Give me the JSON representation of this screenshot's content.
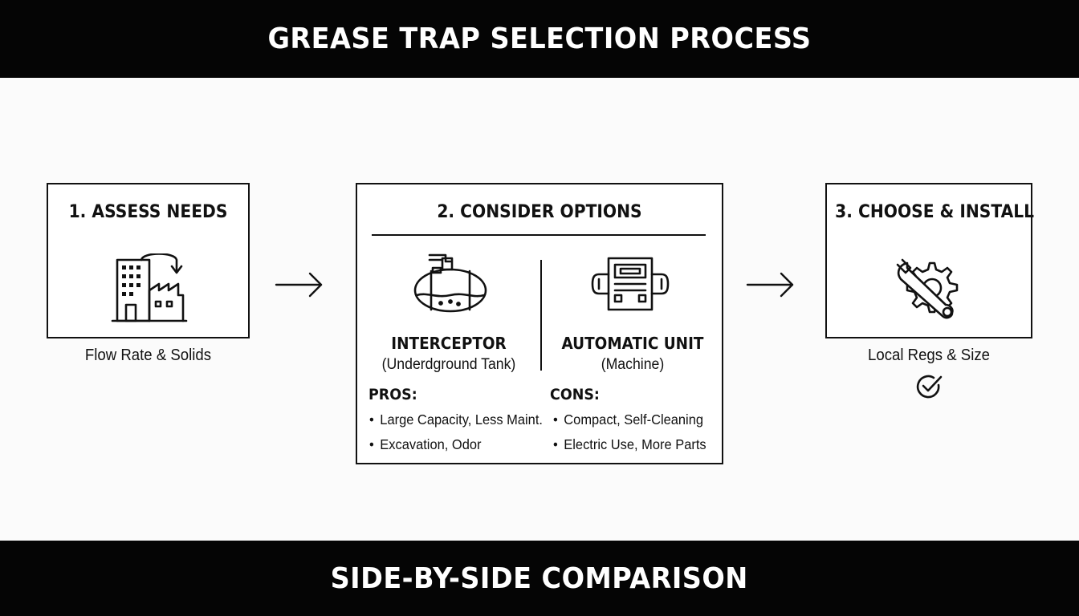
{
  "header": {
    "title": "GREASE TRAP SELECTION PROCESS"
  },
  "steps": [
    {
      "title": "1. ASSESS NEEDS",
      "caption": "Flow Rate & Solids",
      "icon": "building-factory-icon"
    },
    {
      "title": "2. CONSIDER OPTIONS",
      "options": [
        {
          "name": "INTERCEPTOR",
          "subtitle": "(Underdground Tank)",
          "icon": "tank-icon"
        },
        {
          "name": "AUTOMATIC UNIT",
          "subtitle": "(Machine)",
          "icon": "machine-icon"
        }
      ],
      "pros": {
        "heading": "PROS:",
        "items": [
          "Large Capacity, Less Maint.",
          "Excavation, Odor"
        ]
      },
      "cons": {
        "heading": "CONS:",
        "items": [
          "Compact, Self-Cleaning",
          "Electric Use, More Parts"
        ]
      }
    },
    {
      "title": "3. CHOOSE & INSTALL",
      "caption": "Local Regs & Size",
      "icon": "wrench-gear-icon",
      "status_icon": "check-circle-icon"
    }
  ],
  "footer": {
    "title": "SIDE-BY-SIDE COMPARISON"
  },
  "colors": {
    "banner": "#050505",
    "line": "#111111",
    "background": "#fbfbfb"
  }
}
